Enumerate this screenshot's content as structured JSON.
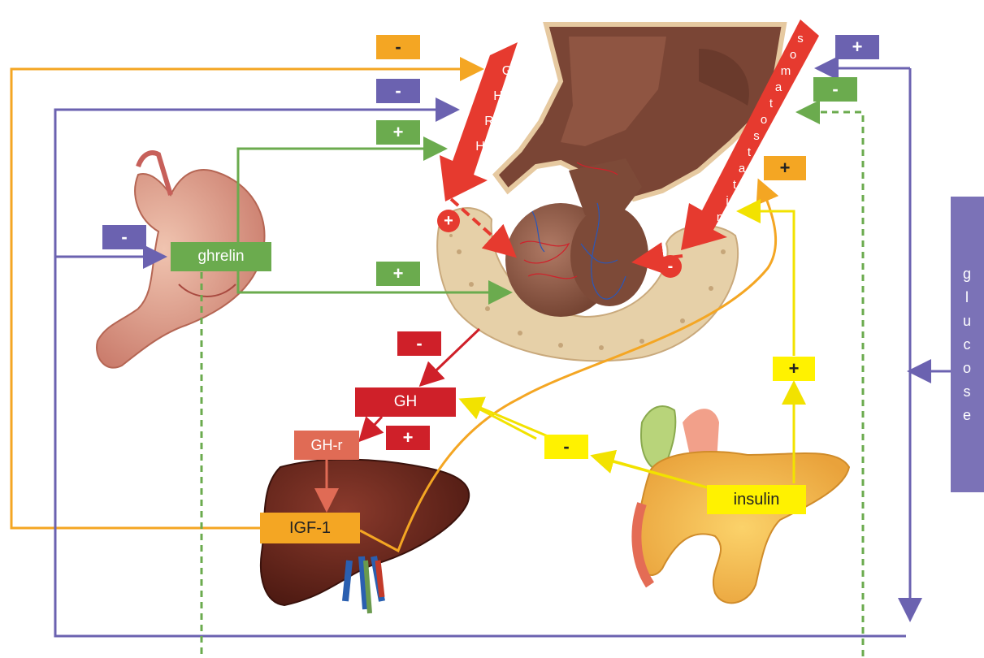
{
  "hormones": {
    "ghrelin": "ghrelin",
    "gh": "GH",
    "ghr": "GH-r",
    "igf1": "IGF-1",
    "insulin": "insulin",
    "ghrh_letters": [
      "G",
      "H",
      "R",
      "H"
    ],
    "somatostatin_letters": [
      "s",
      "o",
      "m",
      "a",
      "t",
      "o",
      "s",
      "t",
      "a",
      "t",
      "i",
      "n"
    ],
    "glucose_letters": [
      "g",
      "l",
      "u",
      "c",
      "o",
      "s",
      "e"
    ]
  },
  "signs": {
    "igf1_to_ghrh": "-",
    "glucose_to_ghrh": "-",
    "ghrelin_to_ghrh": "+",
    "glucose_to_ghrelin": "-",
    "ghrelin_to_pituitary": "+",
    "pituitary_to_gh": "-",
    "gh_to_ghr": "+",
    "insulin_to_gh": "-",
    "insulin_to_somatostatin": "+",
    "igf1_to_somatostatin": "+",
    "glucose_to_somatostatin": "+",
    "ghrelin_to_somatostatin": "-",
    "ghrh_on_pituitary": "+",
    "somatostatin_on_pituitary": "-"
  },
  "colors": {
    "orange": "#f4a623",
    "purple": "#6b62b0",
    "green": "#6bab4e",
    "red": "#e63a2f",
    "dark_red": "#cf2029",
    "salmon": "#e06b55",
    "yellow": "#fff200",
    "glucose_bg": "#7b72b7"
  }
}
